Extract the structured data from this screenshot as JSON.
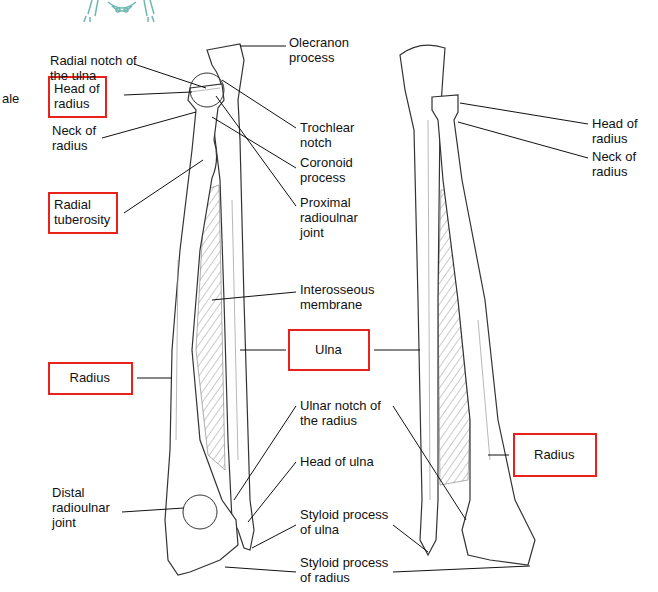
{
  "diagram": {
    "nodes": [
      {
        "text": [
          "Head of radius"
        ]
      },
      {
        "text": [
          "Radial tuberosity"
        ]
      },
      {
        "text": [
          "Ulna"
        ]
      },
      {
        "text": [
          "Radius"
        ]
      },
      {
        "text": [
          "Radius"
        ]
      }
    ],
    "labels": [
      "Radial notch of the ulna",
      "Olecranon process",
      "ale",
      "Neck of radius",
      "Trochlear notch",
      "Coronoid process",
      "Head of radius",
      "Neck of radius",
      "Proximal radioulnar joint",
      "Interosseous membrane",
      "Ulnar notch of the radius",
      "Head of ulna",
      "Distal radioulnar joint",
      "Styloid process of ulna",
      "Styloid process of radius"
    ]
  }
}
